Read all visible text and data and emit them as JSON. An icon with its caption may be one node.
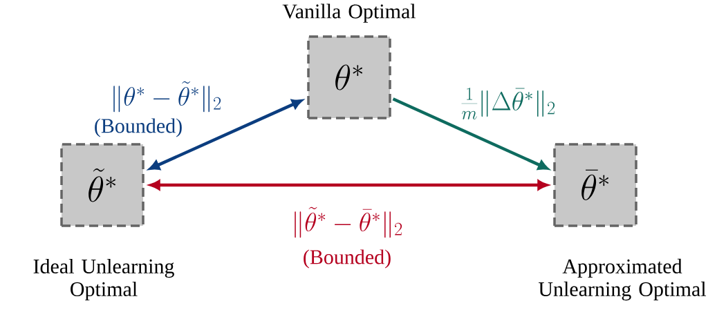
{
  "diagram": {
    "nodes": [
      {
        "text": [
          "\\theta^*"
        ],
        "beside": [
          "Vanilla Optimal"
        ]
      },
      {
        "text": [
          "\\tilde{\\theta}^*"
        ],
        "beside": [
          "Ideal Unlearning Optimal"
        ]
      },
      {
        "text": [
          "\\bar{\\theta}^*"
        ],
        "beside": [
          "Approximated Unlearning Optimal"
        ]
      }
    ],
    "edges": [
      {
        "from": 1,
        "to": 0,
        "arrow": "both",
        "label": "\\|\\theta^* - \\tilde{\\theta}^*\\|_2",
        "color": "#0b3d7f"
      },
      {
        "from": 0,
        "to": 2,
        "arrow": "to",
        "label": "\\frac{1}{m}\\|\\Delta\\bar{\\theta}^*\\|_2",
        "color": "#0e6b5f"
      },
      {
        "from": 1,
        "to": 2,
        "arrow": "both",
        "label": "\\|\\tilde{\\theta}^* - \\bar{\\theta}^*\\|_2",
        "color": "#b5001f"
      }
    ],
    "labels": [
      "(Bounded)",
      "(Bounded)"
    ]
  }
}
